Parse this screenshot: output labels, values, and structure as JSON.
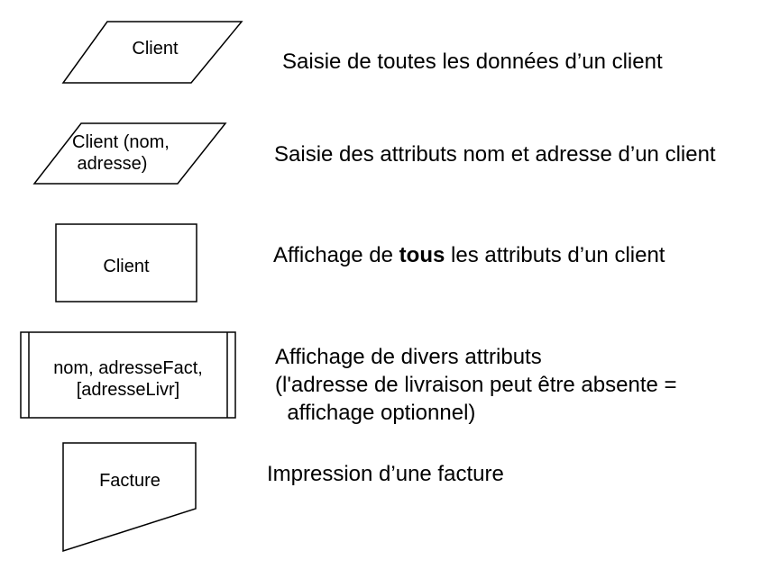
{
  "legend": [
    {
      "symbol": "parallelogram",
      "symbol_meaning": "input",
      "shape_label": "Client",
      "description": "Saisie de toutes les données d’un client"
    },
    {
      "symbol": "parallelogram",
      "symbol_meaning": "input",
      "shape_label": "Client (nom,\n adresse)",
      "description": "Saisie des attributs nom et adresse d’un client"
    },
    {
      "symbol": "rectangle",
      "symbol_meaning": "display",
      "shape_label": "Client",
      "description_before": "Affichage de ",
      "description_bold": "tous",
      "description_after": " les attributs d’un client"
    },
    {
      "symbol": "double-bordered rectangle",
      "symbol_meaning": "display",
      "shape_label": "nom, adresseFact,\n[adresseLivr]",
      "description": "Affichage de divers attributs\n(l'adresse de livraison peut être absente =\n  affichage optionnel)"
    },
    {
      "symbol": "trapezoid",
      "symbol_meaning": "print",
      "shape_label": "Facture",
      "description": "Impression d’une facture"
    }
  ]
}
